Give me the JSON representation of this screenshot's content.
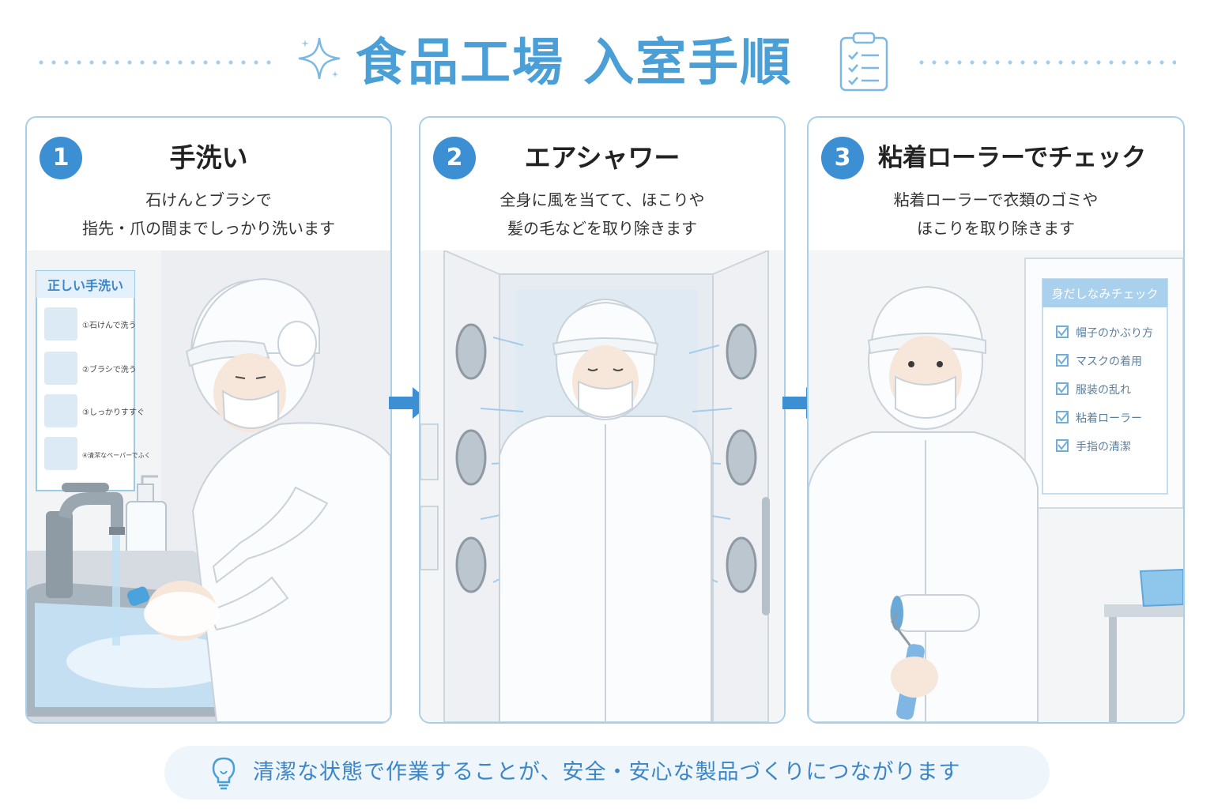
{
  "header": {
    "title": "食品工場 入室手順",
    "sparkle_icon": "sparkle-icon",
    "clipboard_icon": "clipboard-checklist-icon",
    "accent_color": "#4a9fd6"
  },
  "steps": [
    {
      "number": "1",
      "title": "手洗い",
      "desc_line1": "石けんとブラシで",
      "desc_line2": "指先・爪の間までしっかり洗います",
      "poster": {
        "title": "正しい手洗い",
        "items": [
          "①石けんで洗う",
          "②ブラシで洗う",
          "③しっかりすすぐ",
          "④清潔なペーパーでふく"
        ]
      }
    },
    {
      "number": "2",
      "title": "エアシャワー",
      "desc_line1": "全身に風を当てて、ほこりや",
      "desc_line2": "髪の毛などを取り除きます"
    },
    {
      "number": "3",
      "title": "粘着ローラーでチェック",
      "desc_line1": "粘着ローラーで衣類のゴミや",
      "desc_line2": "ほこりを取り除きます",
      "checklist": {
        "title": "身だしなみチェック",
        "items": [
          "帽子のかぶり方",
          "マスクの着用",
          "服装の乱れ",
          "粘着ローラー",
          "手指の清潔"
        ]
      }
    }
  ],
  "footer": {
    "text": "清潔な状態で作業することが、安全・安心な製品づくりにつながります",
    "icon": "lightbulb-icon"
  },
  "colors": {
    "accent": "#3d8fd3",
    "border": "#a9cfe9",
    "footer_bg": "#eef5fb"
  }
}
